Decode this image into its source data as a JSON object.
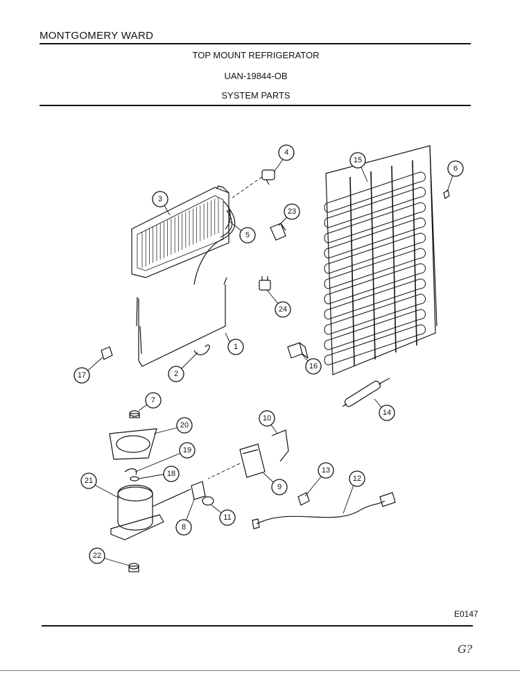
{
  "header": {
    "brand": "MONTGOMERY WARD",
    "title": "TOP MOUNT REFRIGERATOR",
    "model": "UAN-19844-OB",
    "section": "SYSTEM PARTS"
  },
  "diagram": {
    "callouts": [
      "1",
      "2",
      "3",
      "4",
      "5",
      "6",
      "7",
      "8",
      "9",
      "10",
      "11",
      "12",
      "13",
      "14",
      "15",
      "16",
      "17",
      "18",
      "19",
      "20",
      "21",
      "22",
      "23",
      "24"
    ]
  },
  "footer": {
    "code": "E0147",
    "mark": "G?"
  }
}
